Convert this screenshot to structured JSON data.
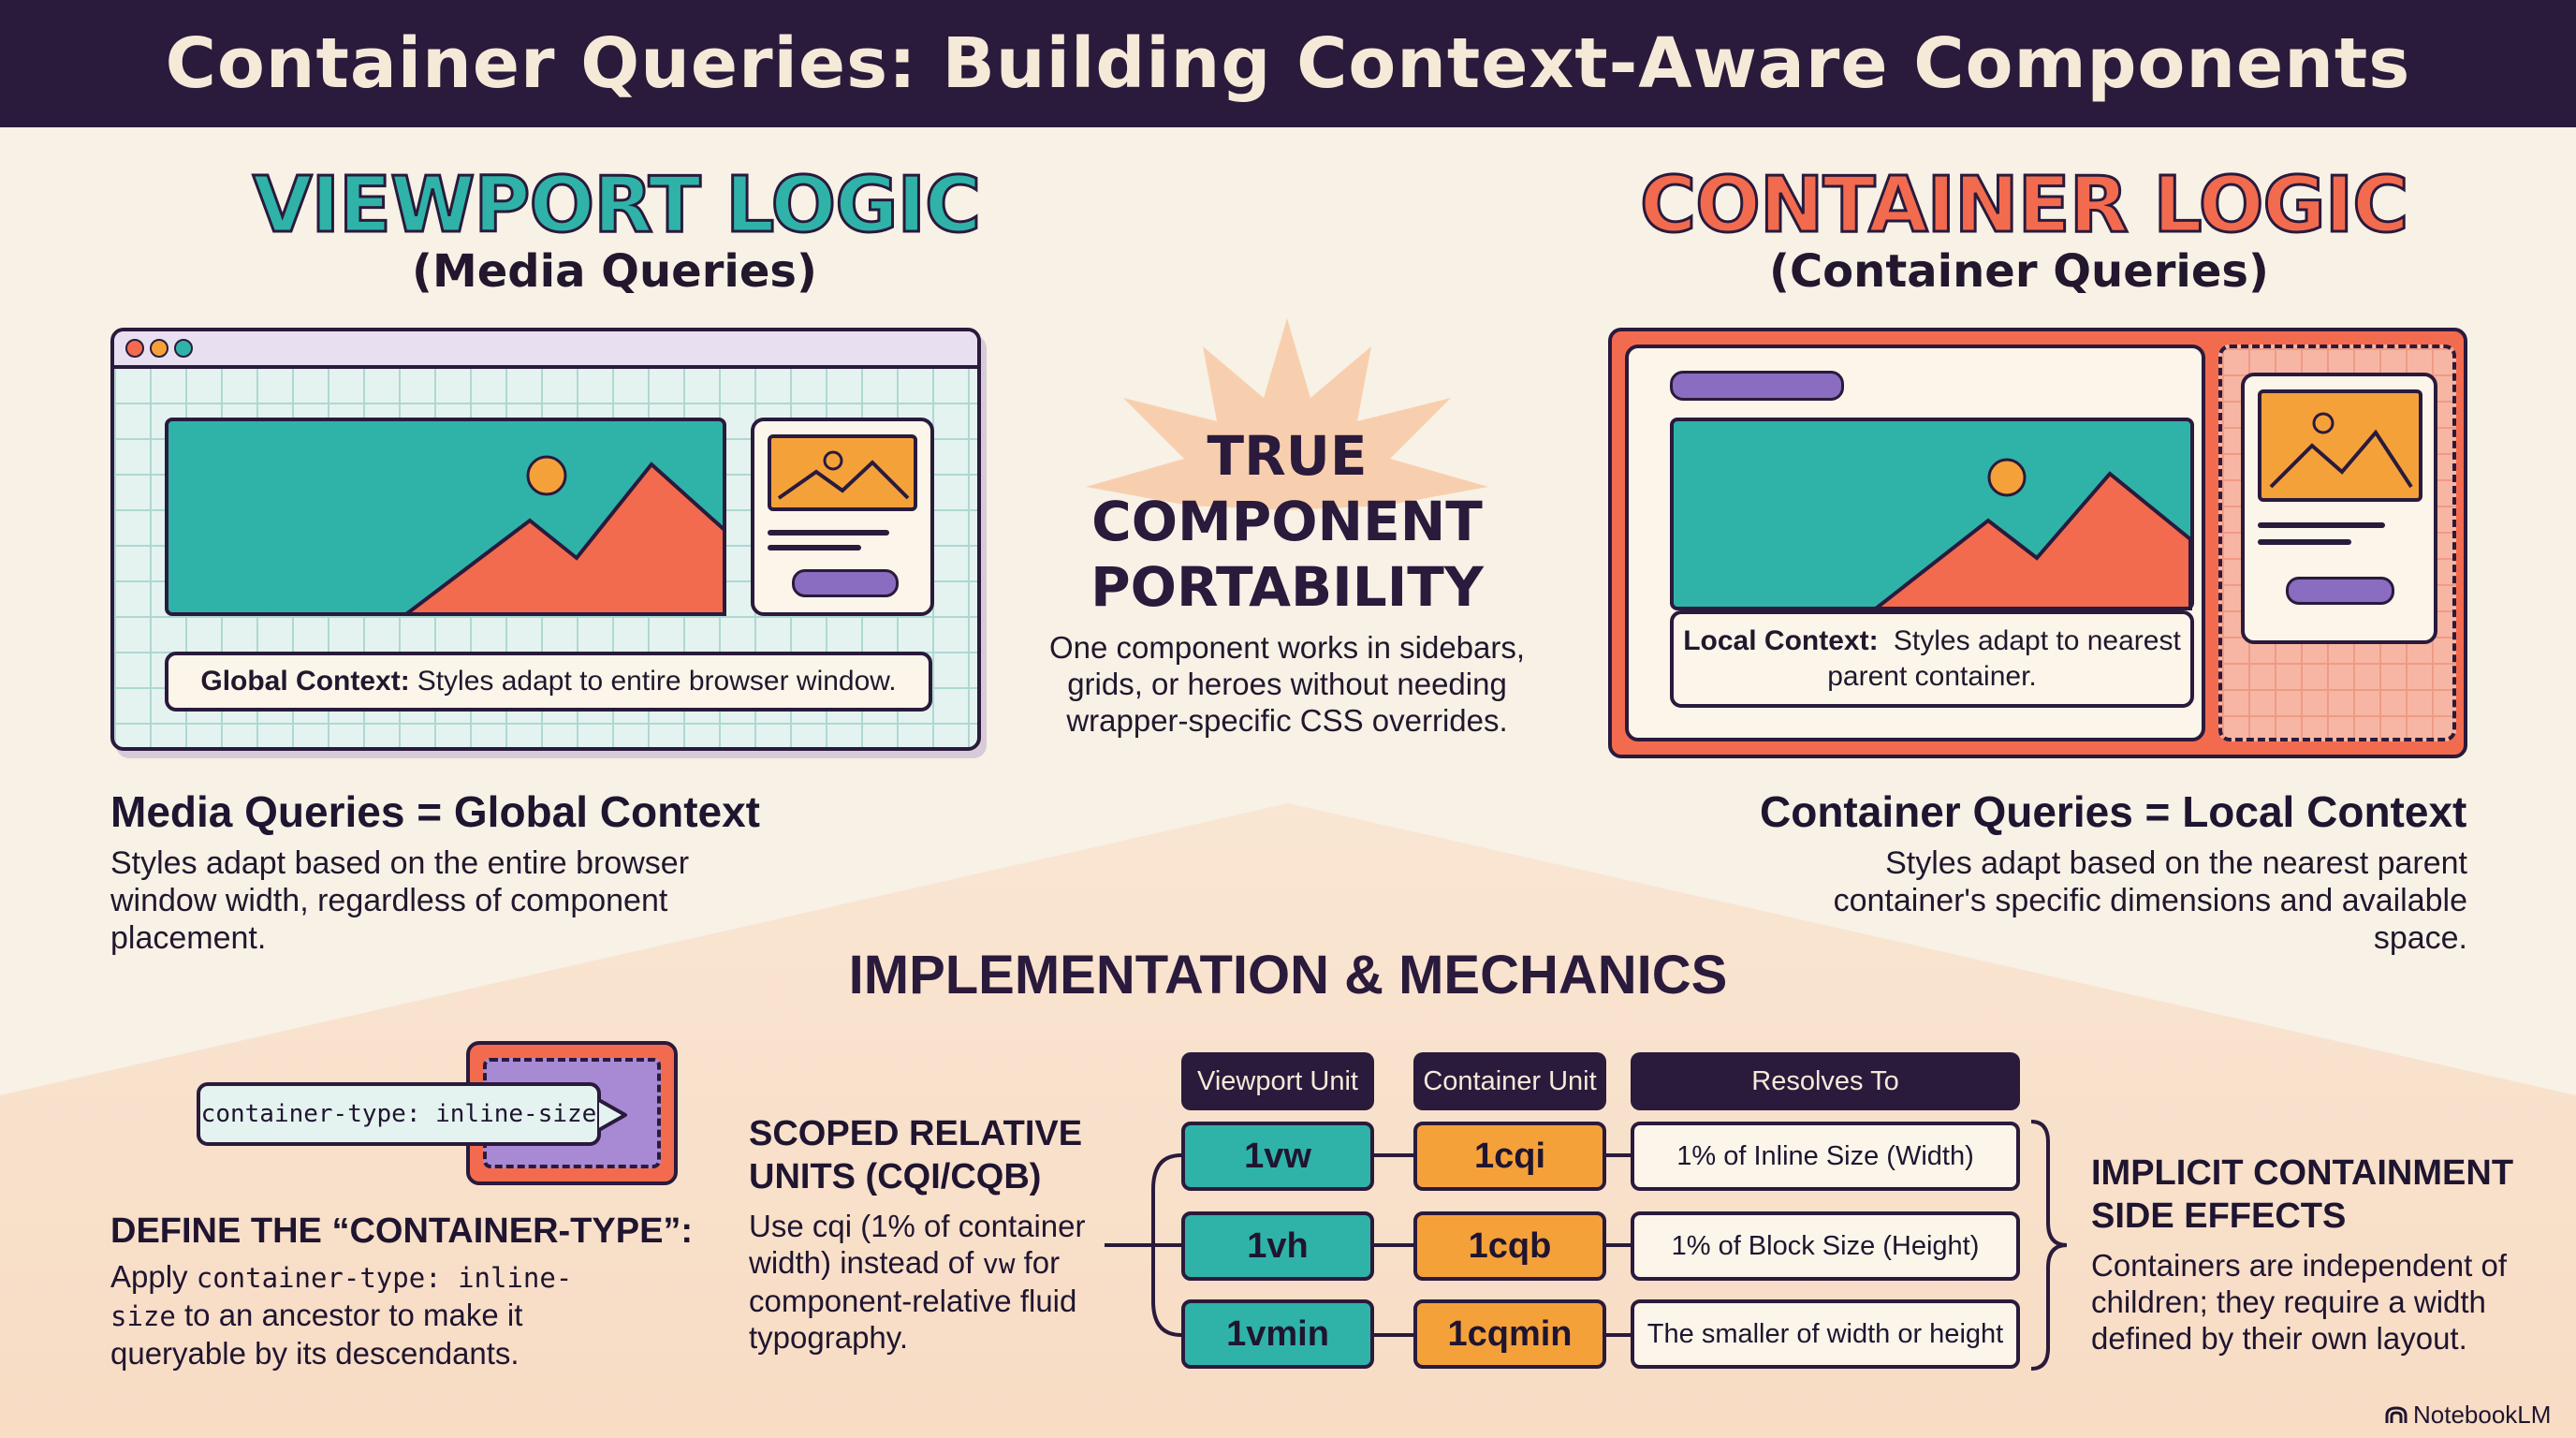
{
  "title": "Container Queries: Building Context-Aware Components",
  "viewport": {
    "heading": "VIEWPORT LOGIC",
    "subheading": "(Media Queries)",
    "caption_bold": "Global Context:",
    "caption_text": "Styles adapt to entire browser window.",
    "section_title": "Media Queries = Global Context",
    "section_text": "Styles adapt based on the entire browser window width, regardless of component placement."
  },
  "container": {
    "heading": "CONTAINER LOGIC",
    "subheading": "(Container Queries)",
    "caption_bold": "Local Context:",
    "caption_text": "Styles adapt to nearest parent container.",
    "section_title": "Container Queries = Local Context",
    "section_text": "Styles adapt based on the nearest parent container's specific dimensions and available space."
  },
  "center": {
    "line1": "TRUE",
    "line2": "COMPONENT",
    "line3": "PORTABILITY",
    "text": "One component works in sidebars, grids, or heroes without needing wrapper-specific CSS overrides."
  },
  "implementation": {
    "title": "IMPLEMENTATION & MECHANICS",
    "code_tag": "container-type: inline-size",
    "define_title": "DEFINE THE “CONTAINER-TYPE”:",
    "define_text_1": "Apply",
    "define_code": "container-type: inline-size",
    "define_text_2": "to an ancestor to make it queryable by its descendants.",
    "scoped_title": "SCOPED RELATIVE UNITS (CQI/CQB)",
    "scoped_text_1": "Use cqi (1% of container width) instead of",
    "scoped_code": "vw",
    "scoped_text_2": "for component-relative fluid typography.",
    "implicit_title": "IMPLICIT CONTAINMENT SIDE EFFECTS",
    "implicit_text": "Containers are independent of children; they require a width defined by their own layout."
  },
  "table": {
    "headers": [
      "Viewport Unit",
      "Container Unit",
      "Resolves To"
    ],
    "rows": [
      {
        "viewport": "1vw",
        "container": "1cqi",
        "resolves": "1% of Inline Size (Width)"
      },
      {
        "viewport": "1vh",
        "container": "1cqb",
        "resolves": "1% of Block Size (Height)"
      },
      {
        "viewport": "1vmin",
        "container": "1cqmin",
        "resolves": "The smaller of width or height"
      }
    ]
  },
  "brand": "NotebookLM",
  "colors": {
    "teal": "#2fb3a8",
    "coral": "#f26b4f",
    "orange": "#f5a13a",
    "purple": "#8a6cc0",
    "navy": "#2a1a3c"
  }
}
